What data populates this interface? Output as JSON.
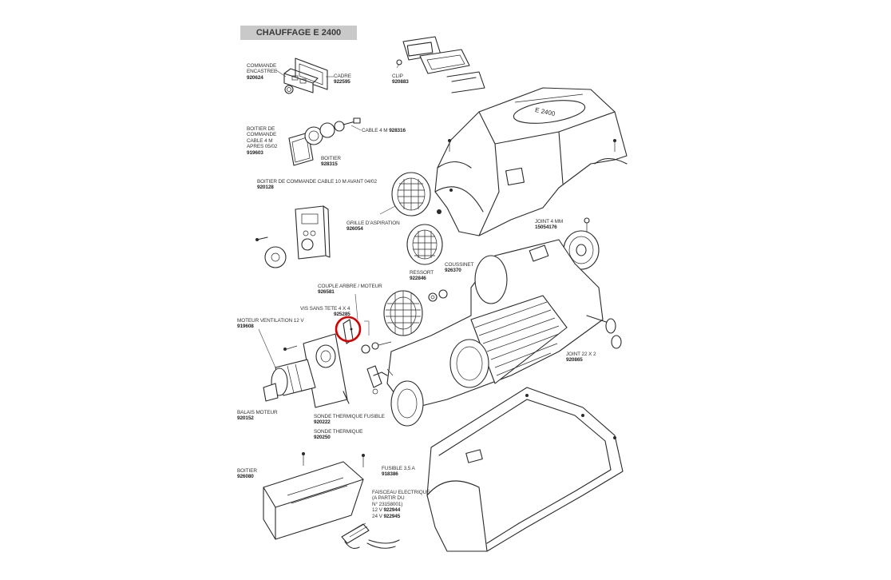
{
  "title": "CHAUFFAGE E 2400",
  "parts": [
    {
      "id": "commande-encastree",
      "lines": [
        "COMMANDE",
        "ENCASTREE"
      ],
      "ref": "920624"
    },
    {
      "id": "cadre",
      "lines": [
        "CADRE"
      ],
      "ref": "922595"
    },
    {
      "id": "clip",
      "lines": [
        "CLIP"
      ],
      "ref": "920883"
    },
    {
      "id": "boitier-commande-cable-4m",
      "lines": [
        "BOITIER DE",
        "COMMANDE",
        "CABLE 4 M",
        "APRES 05/02"
      ],
      "ref": "919603"
    },
    {
      "id": "cable-4m",
      "lines": [
        "CABLE 4 M"
      ],
      "ref": "928316"
    },
    {
      "id": "boitier-small",
      "lines": [
        "BOITIER"
      ],
      "ref": "928315"
    },
    {
      "id": "boitier-commande-cable-10m",
      "lines": [
        "BOITIER DE COMMANDE CABLE 10 M AVANT 04/02"
      ],
      "ref": "920128"
    },
    {
      "id": "grille-aspiration",
      "lines": [
        "GRILLE D'ASPIRATION"
      ],
      "ref": "926054"
    },
    {
      "id": "joint-4mm",
      "lines": [
        "JOINT 4 MM"
      ],
      "ref": "15054176"
    },
    {
      "id": "coussinet",
      "lines": [
        "COUSSINET"
      ],
      "ref": "926370"
    },
    {
      "id": "ressort",
      "lines": [
        "RESSORT"
      ],
      "ref": "922846"
    },
    {
      "id": "couple-arbre-moteur",
      "lines": [
        "COUPLE ARBRE / MOTEUR"
      ],
      "ref": "926581"
    },
    {
      "id": "vis-sans-tete",
      "lines": [
        "VIS SANS TETE 4 X 4"
      ],
      "ref": "925285"
    },
    {
      "id": "moteur-ventilation",
      "lines": [
        "MOTEUR VENTILATION 12 V"
      ],
      "ref": "919608"
    },
    {
      "id": "joint-22x2",
      "lines": [
        "JOINT 22 X 2"
      ],
      "ref": "920865"
    },
    {
      "id": "balais-moteur",
      "lines": [
        "BALAIS MOTEUR"
      ],
      "ref": "920152"
    },
    {
      "id": "sonde-thermique-fusible",
      "lines": [
        "SONDE THERMIQUE FUSIBLE"
      ],
      "ref": "920222"
    },
    {
      "id": "sonde-thermique",
      "lines": [
        "SONDE THERMIQUE"
      ],
      "ref": "920250"
    },
    {
      "id": "boitier-large",
      "lines": [
        "BOITIER"
      ],
      "ref": "926080"
    },
    {
      "id": "fusible",
      "lines": [
        "FUSIBLE 3,5 A"
      ],
      "ref": "918386"
    },
    {
      "id": "faisceau-electrique",
      "lines": [
        "FAISCEAU ELECTRIQUE",
        "(A PARTIR DU",
        "N° 23158001)"
      ],
      "refs": [
        {
          "v": "12 V",
          "ref": "922944"
        },
        {
          "v": "24 V",
          "ref": "922945"
        }
      ]
    }
  ],
  "heater_cover_text": "E 2400",
  "colors": {
    "line": "#2a2a2a",
    "title_bg": "#c9c9c9",
    "highlight": "#d40000"
  }
}
